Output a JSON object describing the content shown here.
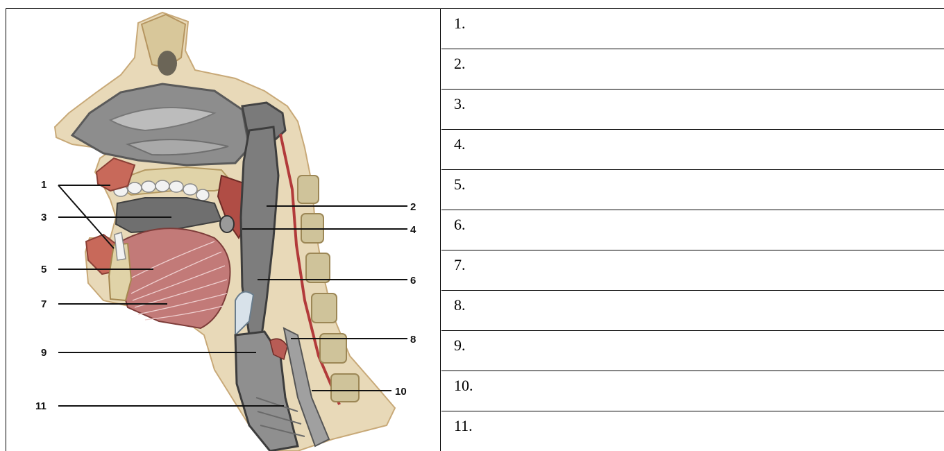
{
  "figure": {
    "callout_labels": [
      "1",
      "2",
      "3",
      "4",
      "5",
      "6",
      "7",
      "8",
      "9",
      "10",
      "11"
    ]
  },
  "answer_table": {
    "rows": [
      {
        "number": "1."
      },
      {
        "number": "2."
      },
      {
        "number": "3."
      },
      {
        "number": "4."
      },
      {
        "number": "5."
      },
      {
        "number": "6."
      },
      {
        "number": "7."
      },
      {
        "number": "8."
      },
      {
        "number": "9."
      },
      {
        "number": "10."
      },
      {
        "number": "11."
      }
    ]
  }
}
